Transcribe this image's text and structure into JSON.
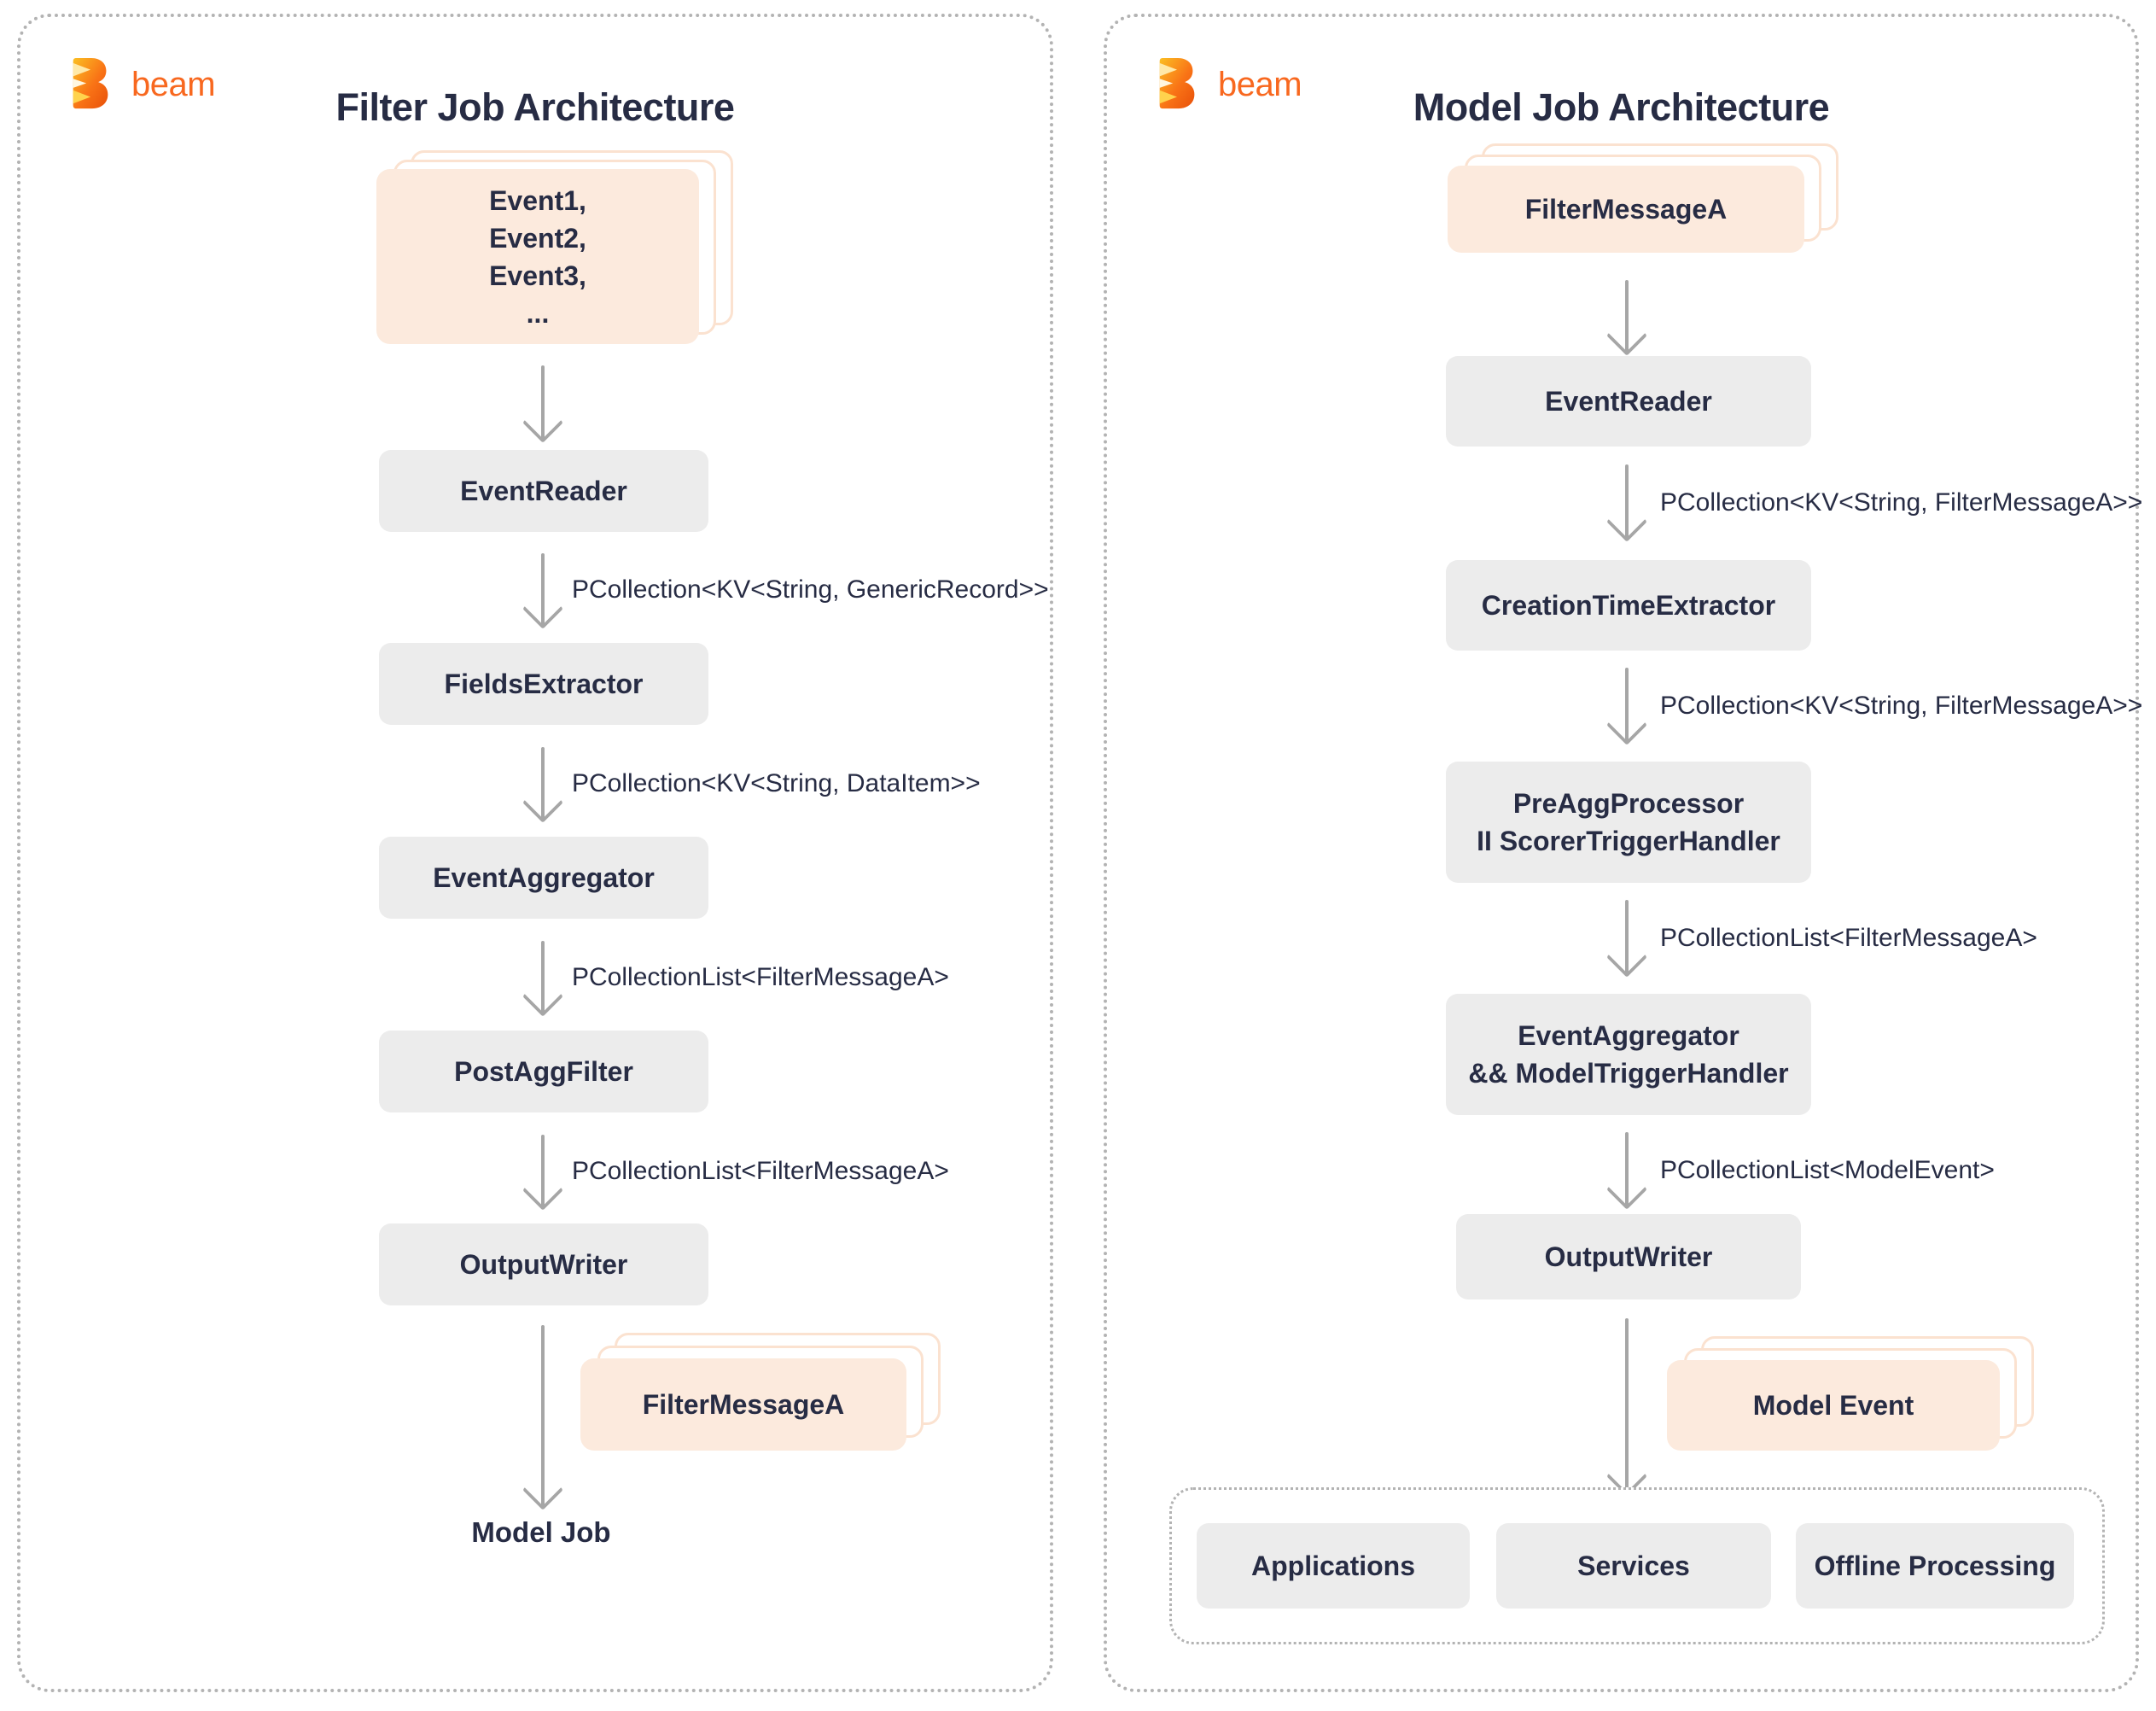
{
  "brand": {
    "wordmark": "beam"
  },
  "colors": {
    "accent_orange": "#f8681f",
    "navy_text": "#272c44",
    "node_bg": "#ececec",
    "card_bg": "#fceadd",
    "card_border": "#fbe2d0",
    "arrow_gray": "#a6a6a6",
    "dotted_border": "#b3b3b3"
  },
  "left": {
    "title": "Filter Job Architecture",
    "input_card_lines": [
      "Event1,",
      "Event2,",
      "Event3,",
      "..."
    ],
    "nodes": {
      "eventreader": "EventReader",
      "fieldsextractor": "FieldsExtractor",
      "eventaggregator": "EventAggregator",
      "postaggfilter": "PostAggFilter",
      "outputwriter": "OutputWriter"
    },
    "edges": [
      "PCollection<KV<String, GenericRecord>>",
      "PCollection<KV<String, DataItem>>",
      "PCollectionList<FilterMessageA>",
      "PCollectionList<FilterMessageA>"
    ],
    "output_card": "FilterMessageA",
    "sink": "Model Job"
  },
  "right": {
    "title": "Model Job Architecture",
    "input_card": "FilterMessageA",
    "nodes": {
      "eventreader": "EventReader",
      "creationtimeextractor": "CreationTimeExtractor",
      "preagg_line1": "PreAggProcessor",
      "preagg_line2": "II ScorerTriggerHandler",
      "eventagg_line1": "EventAggregator",
      "eventagg_line2": "&& ModelTriggerHandler",
      "outputwriter": "OutputWriter"
    },
    "edges": [
      "PCollection<KV<String, FilterMessageA>>",
      "PCollection<KV<String, FilterMessageA>>",
      "PCollectionList<FilterMessageA>",
      "PCollectionList<ModelEvent>"
    ],
    "output_card": "Model Event",
    "sinks": [
      "Applications",
      "Services",
      "Offline Processing"
    ]
  }
}
